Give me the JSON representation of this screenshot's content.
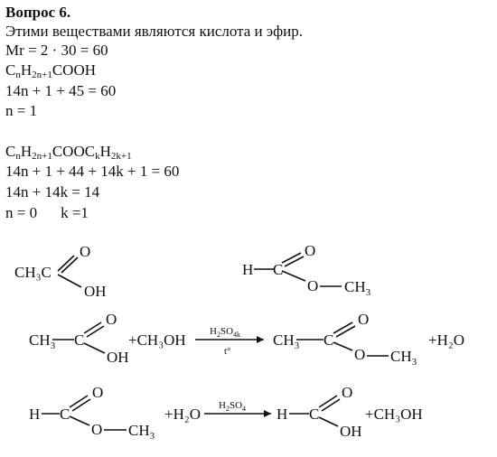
{
  "header": {
    "title": "Вопрос 6.",
    "statement": "Этими веществами являются кислота и эфир."
  },
  "acid_calc": {
    "mr_line": "Mr = 2 · 30 = 60",
    "formula": {
      "a": "C",
      "n": "n",
      "b": "H",
      "n2": "2n+1",
      "c": "COOH"
    },
    "equation": "14n + 1 + 45 = 60",
    "result": "n = 1"
  },
  "ester_calc": {
    "formula": {
      "a": "C",
      "n": "n",
      "b": "H",
      "n2": "2n+1",
      "c": "COOC",
      "k": "k",
      "d": "H",
      "k2": "2k+1"
    },
    "equation1": "14n + 1 + 44 + 14k + 1 = 60",
    "equation2": "14n + 14k = 14",
    "result_n": "n = 0",
    "result_k": "k =1"
  },
  "structures": {
    "row1": {
      "acid": {
        "left": "CH₃C",
        "o_double": "O",
        "oh": "OH"
      },
      "ester": {
        "h": "H",
        "o_double": "O",
        "o_single": "O",
        "ch": "CH",
        "ch_sub": "3"
      }
    },
    "row2": {
      "acid": {
        "ch": "CH",
        "ch_sub": "3",
        "c": "C",
        "o_double": "O",
        "oh": "OH"
      },
      "plus_methanol": "+CH₃OH",
      "catalyst": {
        "h": "H",
        "h_sub": "2",
        "so": "SO",
        "so_sub": "4k"
      },
      "condition": "t°",
      "product": {
        "ch": "CH",
        "ch_sub": "3",
        "c": "C",
        "o_double": "O",
        "o_single": "O",
        "ch2": "CH",
        "ch2_sub": "3"
      },
      "plus_water": "+H₂O"
    },
    "row3": {
      "ester": {
        "h": "H",
        "c": "C",
        "o_double": "O",
        "o_single": "O",
        "ch": "CH",
        "ch_sub": "3"
      },
      "plus_water": "+H₂O",
      "catalyst": {
        "h": "H",
        "h_sub": "2",
        "so": "SO",
        "so_sub": "4"
      },
      "product": {
        "h": "H",
        "c": "C",
        "o_double": "O",
        "oh": "OH"
      },
      "plus_methanol": "+CH₃OH"
    }
  }
}
